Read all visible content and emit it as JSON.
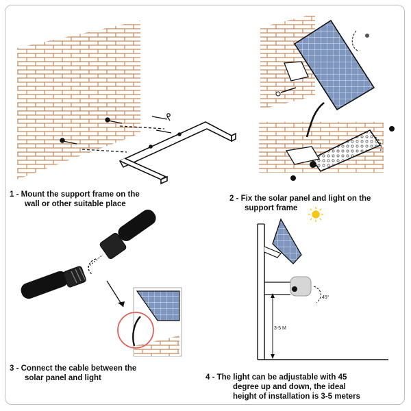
{
  "steps": [
    {
      "number": "1",
      "line1": "1 - Mount the support frame on the",
      "line2": "wall or other suitable place"
    },
    {
      "number": "2",
      "line1": "2 - Fix the solar panel and light on the",
      "line2": "support frame"
    },
    {
      "number": "3",
      "line1": "3 - Connect the cable between the",
      "line2": "solar panel and light"
    },
    {
      "number": "4",
      "line1": "4 - The light can be adjustable with 45",
      "line2": "degree up and down, the ideal",
      "line3": "height of installation is 3-5 meters"
    }
  ],
  "annotations": {
    "angle": "45°",
    "height": "3-5 M"
  },
  "colors": {
    "brick": "#c9885a",
    "panel": "#7f96bf",
    "outline": "#111111",
    "sun": "#f5c518",
    "highlight": "#e0605a"
  },
  "icons": [
    "sun-icon",
    "rotate-arrow-icon",
    "screw-icon"
  ]
}
